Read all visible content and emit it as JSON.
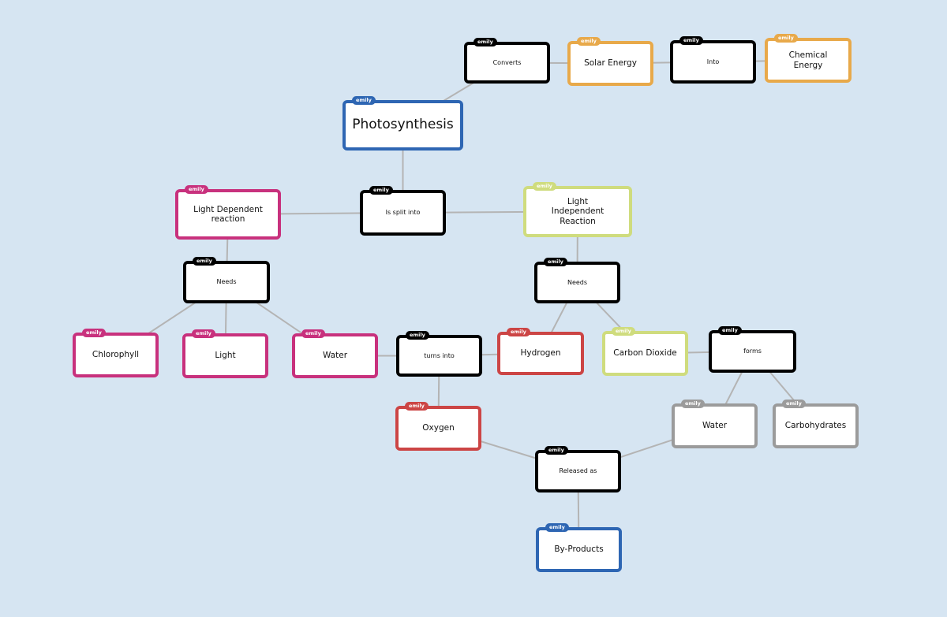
{
  "author_tag": "emily",
  "colors": {
    "background": "#d6e5f2",
    "link_line": "#b4b4b4",
    "blue": "#2e66b3",
    "black": "#000000",
    "orange": "#e8a94a",
    "magenta": "#c8317d",
    "yellowgreen": "#cfdc7e",
    "red": "#cc4545",
    "gray": "#9b9b9b"
  },
  "nodes": [
    {
      "id": "photosynthesis",
      "label": "Photosynthesis",
      "kind": "big",
      "color": "blue"
    },
    {
      "id": "converts",
      "label": "Converts",
      "kind": "link-word",
      "color": "black"
    },
    {
      "id": "solar-energy",
      "label": "Solar Energy",
      "kind": "concept",
      "color": "orange"
    },
    {
      "id": "into",
      "label": "Into",
      "kind": "link-word",
      "color": "black"
    },
    {
      "id": "chemical-energy",
      "label": "Chemical Energy",
      "kind": "concept",
      "color": "orange"
    },
    {
      "id": "is-split-into",
      "label": "Is split into",
      "kind": "link-word",
      "color": "black"
    },
    {
      "id": "light-dependent",
      "label": "Light Dependent reaction",
      "kind": "concept",
      "color": "magenta"
    },
    {
      "id": "light-independent",
      "label": "Light Independent Reaction",
      "kind": "concept",
      "color": "yellowgreen"
    },
    {
      "id": "needs-left",
      "label": "Needs",
      "kind": "link-word",
      "color": "black"
    },
    {
      "id": "needs-right",
      "label": "Needs",
      "kind": "link-word",
      "color": "black"
    },
    {
      "id": "chlorophyll",
      "label": "Chlorophyll",
      "kind": "concept",
      "color": "magenta"
    },
    {
      "id": "light",
      "label": "Light",
      "kind": "concept",
      "color": "magenta"
    },
    {
      "id": "water-left",
      "label": "Water",
      "kind": "concept",
      "color": "magenta"
    },
    {
      "id": "turns-into",
      "label": "turns into",
      "kind": "link-word",
      "color": "black"
    },
    {
      "id": "hydrogen",
      "label": "Hydrogen",
      "kind": "concept",
      "color": "red"
    },
    {
      "id": "carbon-dioxide",
      "label": "Carbon Dioxide",
      "kind": "concept",
      "color": "yellowgreen"
    },
    {
      "id": "forms",
      "label": "forms",
      "kind": "link-word",
      "color": "black"
    },
    {
      "id": "oxygen",
      "label": "Oxygen",
      "kind": "concept",
      "color": "red"
    },
    {
      "id": "water-right",
      "label": "Water",
      "kind": "concept",
      "color": "gray"
    },
    {
      "id": "carbohydrates",
      "label": "Carbohydrates",
      "kind": "concept",
      "color": "gray"
    },
    {
      "id": "released-as",
      "label": "Released as",
      "kind": "link-word",
      "color": "black"
    },
    {
      "id": "by-products",
      "label": "By-Products",
      "kind": "concept",
      "color": "blue"
    }
  ],
  "links": [
    [
      "photosynthesis",
      "converts"
    ],
    [
      "converts",
      "solar-energy"
    ],
    [
      "solar-energy",
      "into"
    ],
    [
      "into",
      "chemical-energy"
    ],
    [
      "photosynthesis",
      "is-split-into"
    ],
    [
      "is-split-into",
      "light-dependent"
    ],
    [
      "is-split-into",
      "light-independent"
    ],
    [
      "light-dependent",
      "needs-left"
    ],
    [
      "needs-left",
      "chlorophyll"
    ],
    [
      "needs-left",
      "light"
    ],
    [
      "needs-left",
      "water-left"
    ],
    [
      "light-independent",
      "needs-right"
    ],
    [
      "needs-right",
      "hydrogen"
    ],
    [
      "needs-right",
      "carbon-dioxide"
    ],
    [
      "water-left",
      "turns-into"
    ],
    [
      "turns-into",
      "hydrogen"
    ],
    [
      "turns-into",
      "oxygen"
    ],
    [
      "carbon-dioxide",
      "forms"
    ],
    [
      "forms",
      "water-right"
    ],
    [
      "forms",
      "carbohydrates"
    ],
    [
      "oxygen",
      "released-as"
    ],
    [
      "released-as",
      "water-right"
    ],
    [
      "released-as",
      "by-products"
    ]
  ]
}
